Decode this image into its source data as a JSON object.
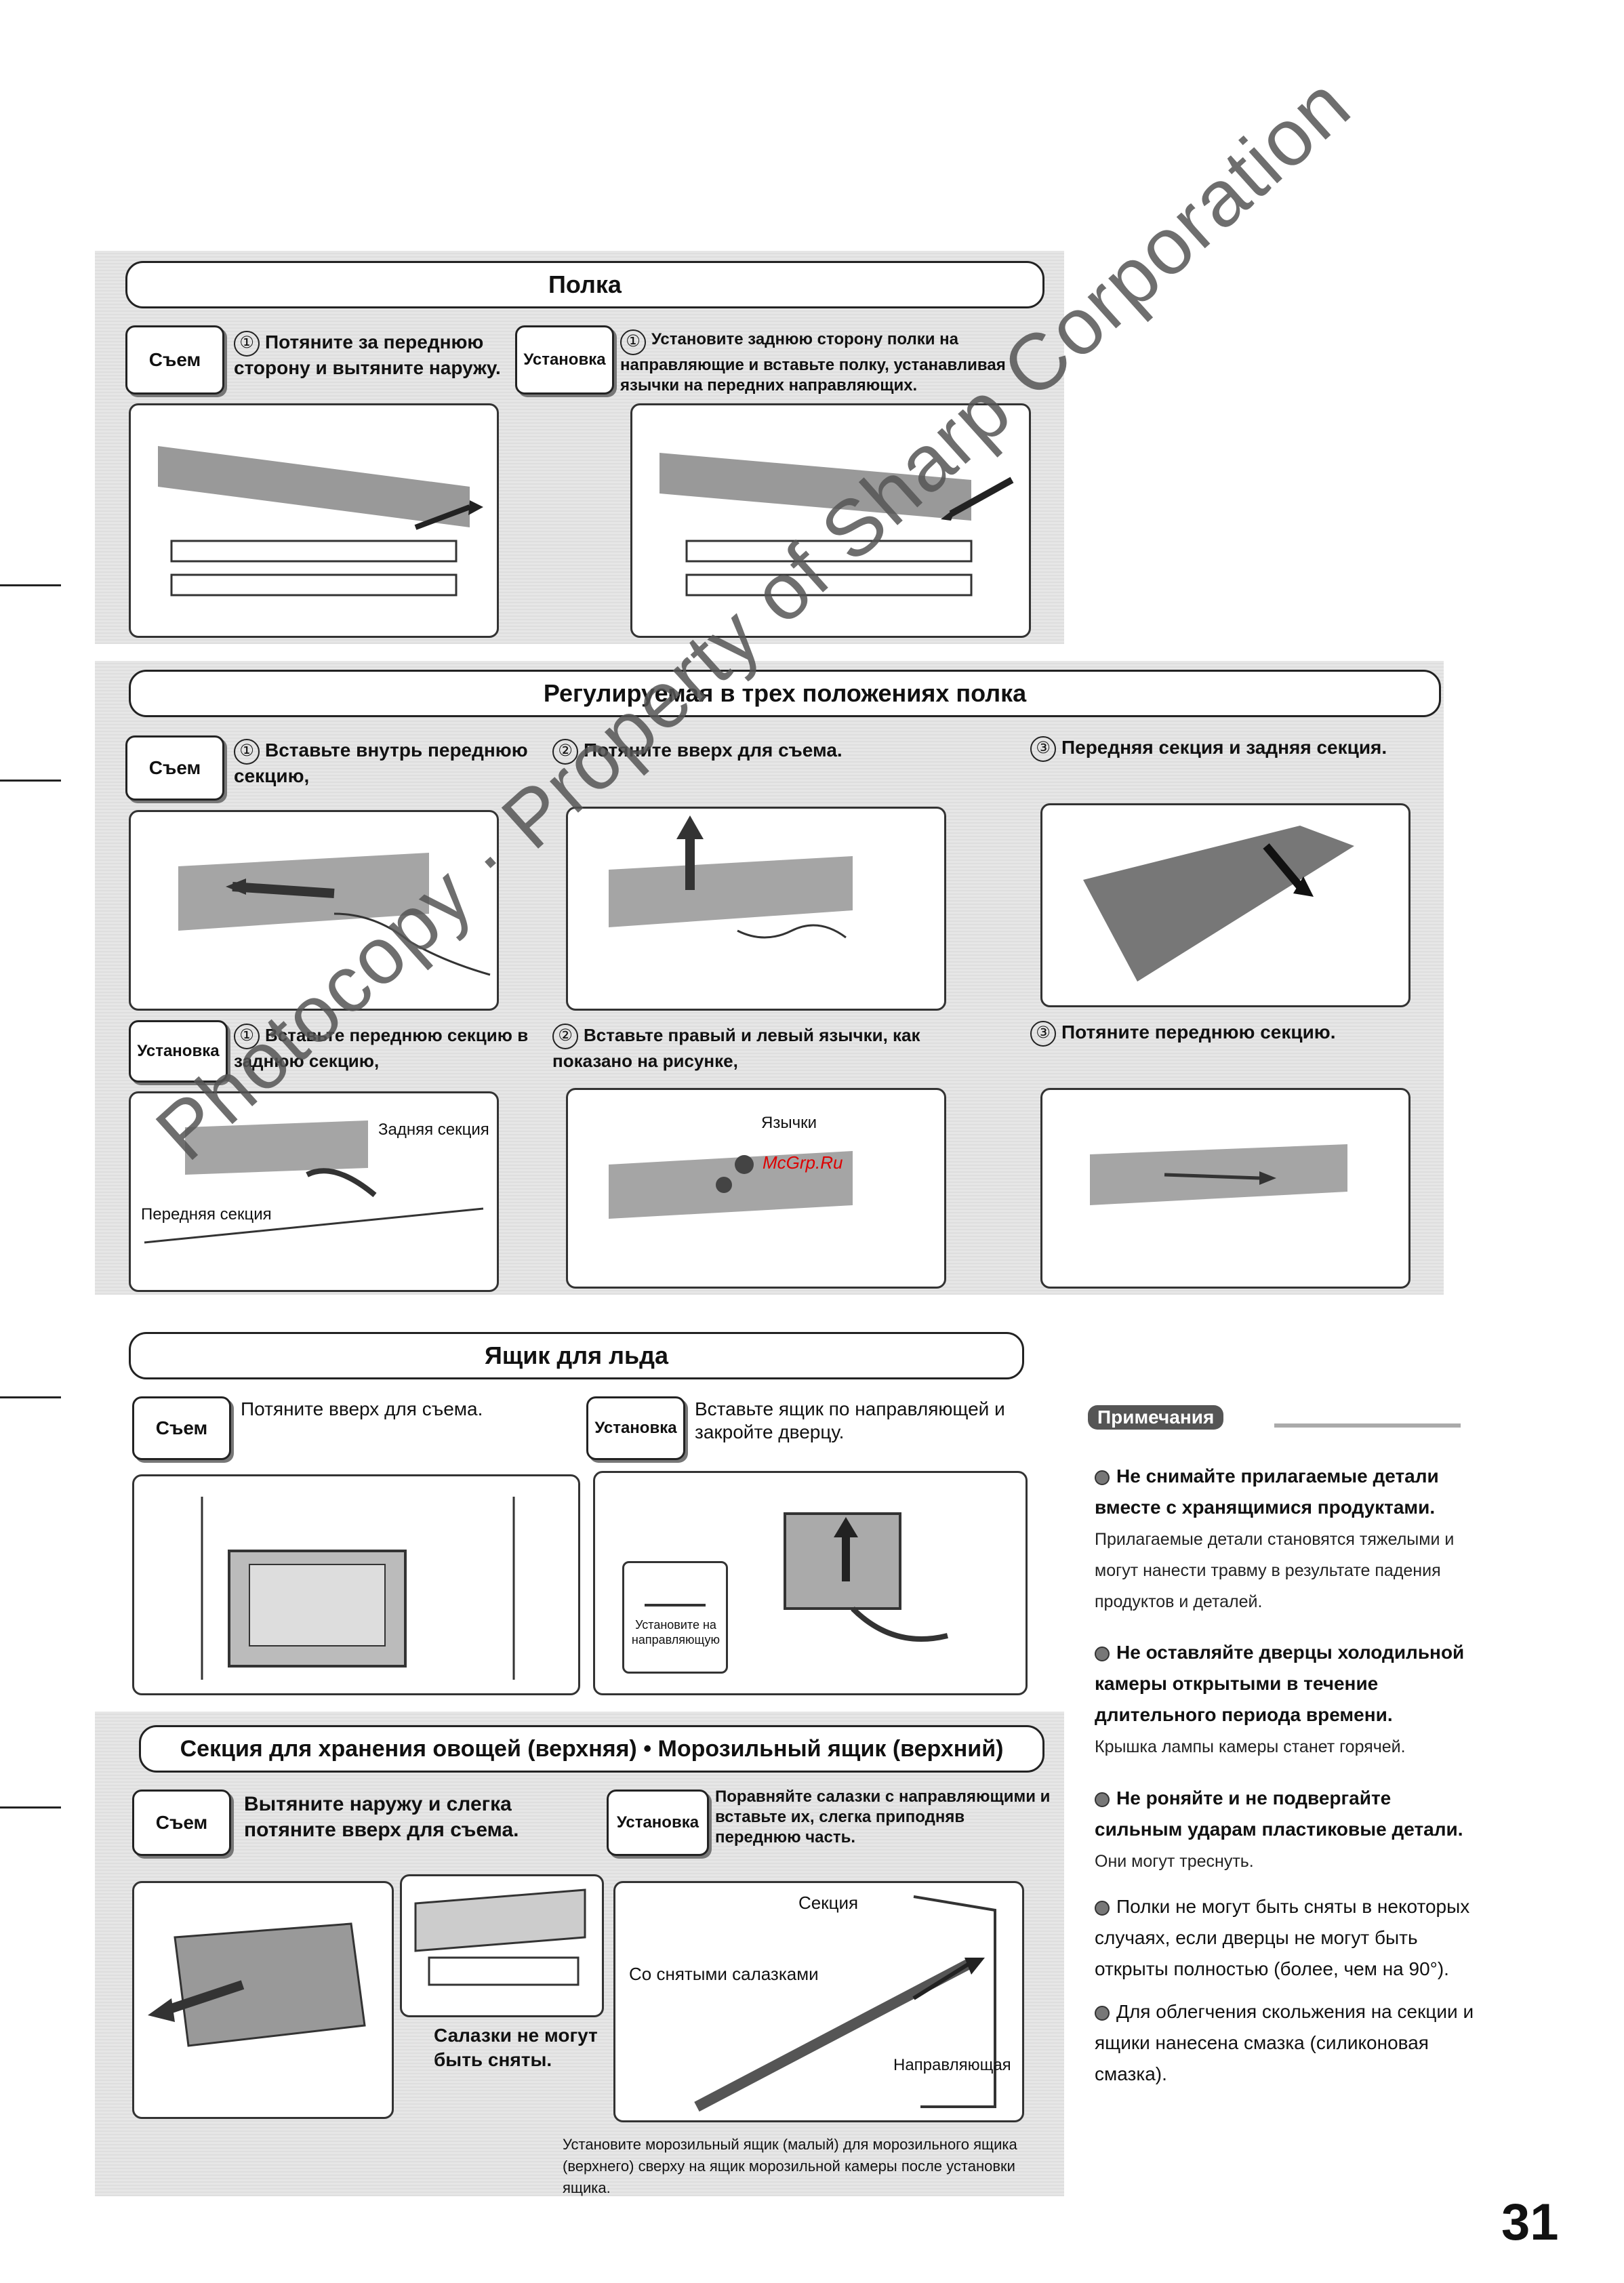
{
  "section1": {
    "title": "Полка",
    "remove_tag": "Съем",
    "remove_step": "Потяните за переднюю сторону и вытяните наружу.",
    "install_tag": "Установка",
    "install_step": "Установите заднюю сторону полки на направляющие и вставьте полку, устанавливая язычки на передних направляющих."
  },
  "section2": {
    "title": "Регулируемая в трех положениях полка",
    "remove_tag": "Съем",
    "remove_steps": [
      "Вставьте внутрь переднюю секцию,",
      "Потяните вверх для съема.",
      "Передняя секция и задняя секция."
    ],
    "install_tag": "Установка",
    "install_steps": [
      "Вставьте переднюю секцию в заднюю секцию,",
      "Вставьте правый и левый язычки, как показано на рисунке,",
      "Потяните переднюю секцию."
    ],
    "labels": {
      "rear": "Задняя секция",
      "front": "Передняя секция",
      "tabs": "Язычки"
    },
    "nums": [
      "①",
      "②",
      "③"
    ]
  },
  "section3": {
    "title": "Ящик для льда",
    "remove_tag": "Съем",
    "remove_step": "Потяните вверх для съема.",
    "install_tag": "Установка",
    "install_step": "Вставьте ящик по направляющей и закройте дверцу.",
    "inset_label": "Установите на направляющую"
  },
  "section4": {
    "title": "Секция для хранения овощей (верхняя) • Морозильный ящик (верхний)",
    "remove_tag": "Съем",
    "remove_step": "Вытяните наружу и слегка потяните вверх для съема.",
    "install_tag": "Установка",
    "install_step": "Поравняйте салазки с направляющими и вставьте их, слегка приподняв переднюю часть.",
    "labels": {
      "slides": "Салазки не могут быть сняты.",
      "section": "Секция",
      "removed": "Со снятыми салазками",
      "guide": "Направляющая"
    },
    "footnote": "Установите морозильный ящик (малый) для морозильного ящика (верхнего) сверху на ящик морозильной камеры после установки ящика."
  },
  "notes": {
    "title": "Примечания",
    "items": [
      {
        "bold": "Не снимайте прилагаемые детали вместе с хранящимися продуктами.",
        "text": "Прилагаемые детали становятся тяжелыми и могут нанести травму в результате падения продуктов и деталей."
      },
      {
        "bold": "Не оставляйте дверцы холодильной камеры открытыми в течение длительного периода времени.",
        "text": "Крышка лампы камеры станет горячей."
      },
      {
        "bold": "Не роняйте и не подвергайте сильным ударам пластиковые детали.",
        "text": "Они могут треснуть."
      },
      {
        "bold": "",
        "text": "Полки не могут быть сняты в некоторых случаях, если дверцы не могут быть открыты полностью (более, чем на 90°)."
      },
      {
        "bold": "",
        "text": "Для облегчения скольжения на секции и ящики нанесена смазка (силиконовая смазка)."
      }
    ]
  },
  "watermark": "Photocopy · Property of Sharp Corporation",
  "site": "McGrp.Ru",
  "page_number": "31"
}
